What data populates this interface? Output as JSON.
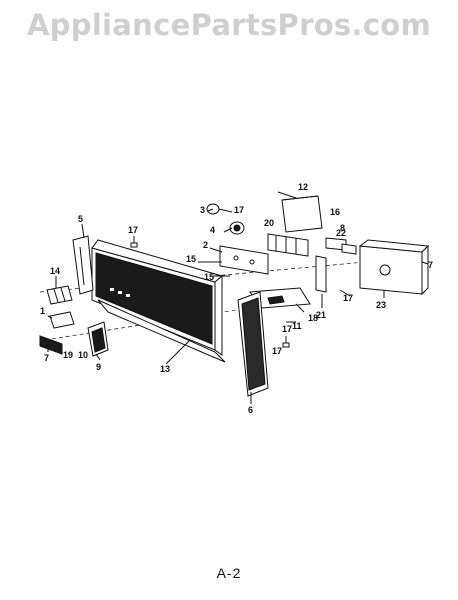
{
  "watermark": "AppliancePartsPros.com",
  "page_label": "A-2",
  "callouts": [
    "1",
    "2",
    "3",
    "4",
    "5",
    "6",
    "7",
    "8",
    "9",
    "10",
    "11",
    "12",
    "13",
    "14",
    "15",
    "15",
    "16",
    "17",
    "17",
    "17",
    "17",
    "17",
    "18",
    "19",
    "20",
    "21",
    "22",
    "23",
    "7"
  ]
}
